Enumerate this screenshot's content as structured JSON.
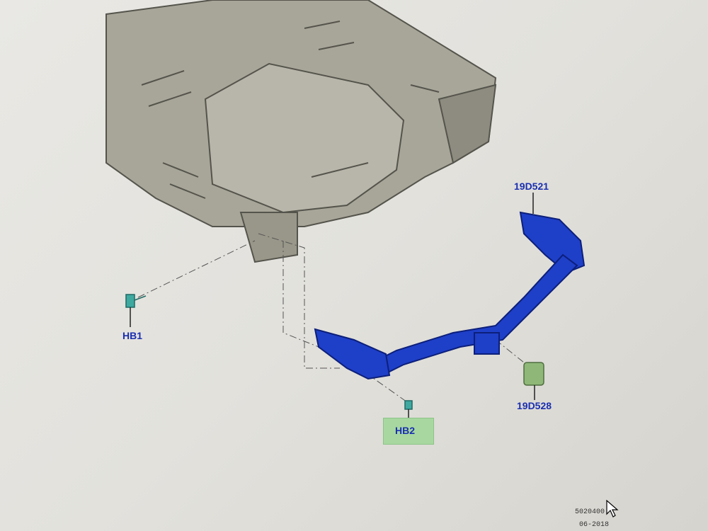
{
  "callouts": {
    "bracket": "19D521",
    "bolt1": "HB1",
    "bolt2": "HB2",
    "cap": "19D528"
  },
  "footer": {
    "ref": "5020400",
    "date": "06-2018"
  },
  "colors": {
    "hitch": "#1e3fc8",
    "bolt": "#3fa9a0",
    "cap": "#8fb878",
    "highlight": "#a8d8a0",
    "body": "#9c9a8e"
  }
}
